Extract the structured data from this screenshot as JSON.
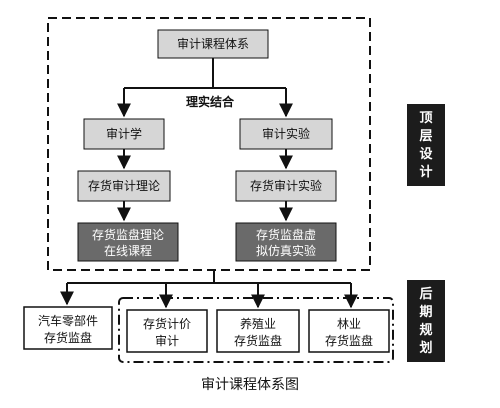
{
  "nodes": {
    "root": "审计课程体系",
    "audit": "审计学",
    "experiment": "审计实验",
    "inventory_theory": "存货审计理论",
    "inventory_experiment": "存货审计实验",
    "online_course": [
      "存货监盘理论",
      "在线课程"
    ],
    "simulation": [
      "存货监盘虚",
      "拟仿真实验"
    ],
    "auto_parts": [
      "汽车零部件",
      "存货监盘"
    ],
    "inventory_valuation": [
      "存货计价",
      "审计"
    ],
    "breeding": [
      "养殖业",
      "存货监盘"
    ],
    "forestry": [
      "林业",
      "存货监盘"
    ]
  },
  "edge_label": "理实结合",
  "side_labels": {
    "top_design": [
      "顶",
      "层",
      "设",
      "计"
    ],
    "future_plan": [
      "后",
      "期",
      "规",
      "划"
    ]
  },
  "caption": "审计课程体系图",
  "colors": {
    "box_light": "#d6d6d6",
    "box_dark": "#6a6a6a",
    "side_label_bg": "#1c1c1c",
    "line": "#111111"
  }
}
